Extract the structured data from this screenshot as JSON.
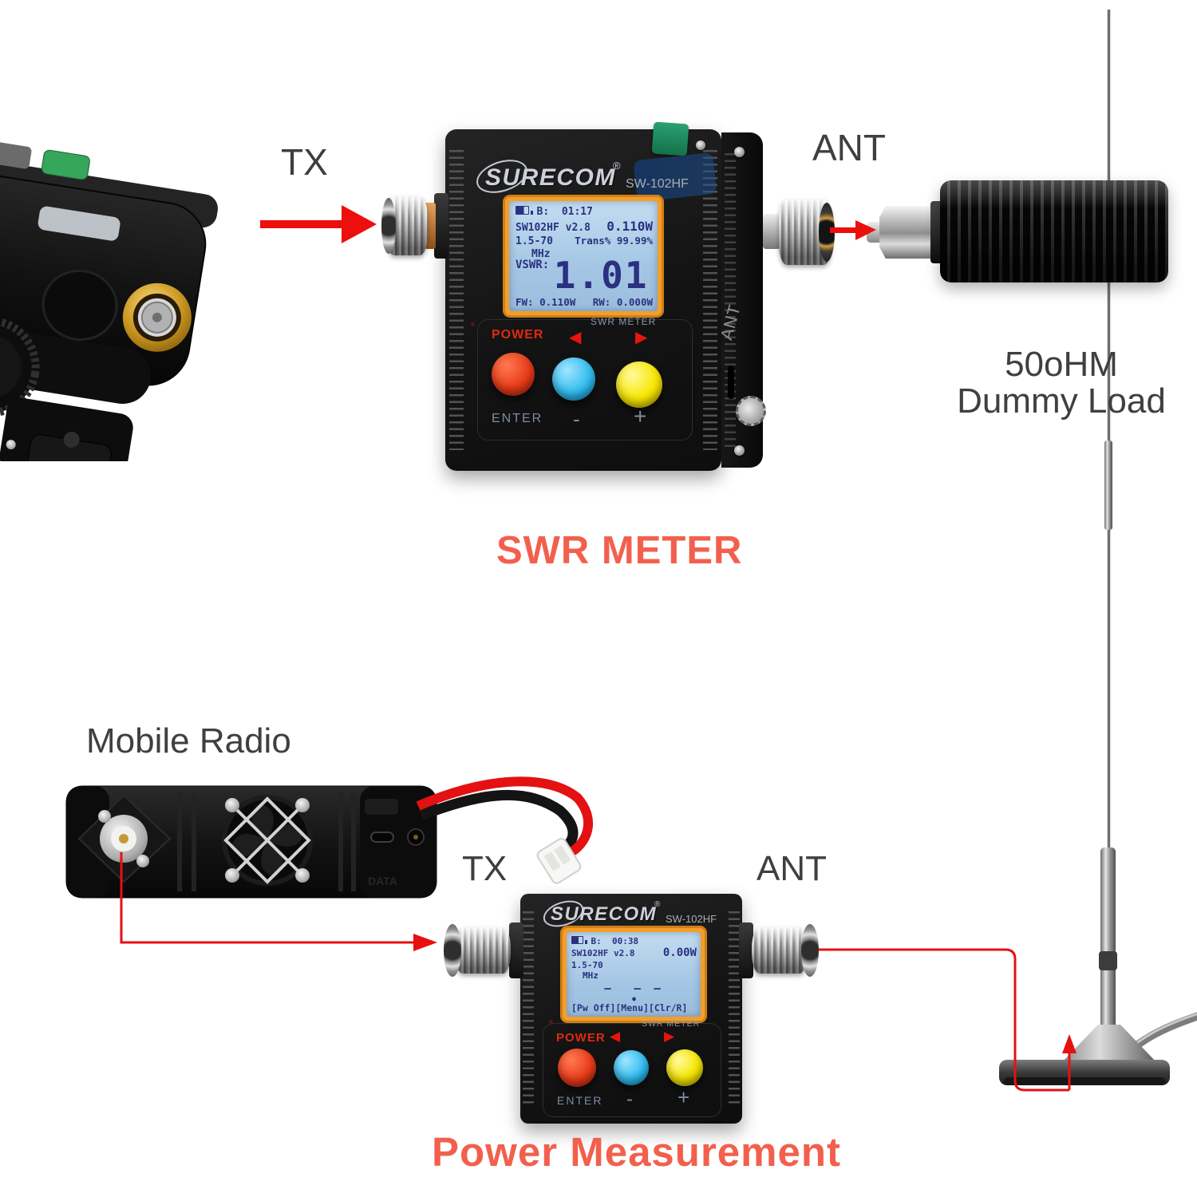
{
  "colors": {
    "accent_coral": "#f2604d",
    "line_red": "#ed0e0e",
    "label_dark": "#3f3f3f",
    "lcd_background": "#aecbe7",
    "lcd_ink": "#2a3180",
    "bezel_orange": "#f29e2a",
    "button_red": "#e93c1a",
    "button_blue": "#35bdf0",
    "button_yellow": "#f6e600",
    "clip_green": "#1e8a60"
  },
  "labels": {
    "tx_top": "TX",
    "ant_top": "ANT",
    "dummy_load_line1": "50oHM",
    "dummy_load_line2": "Dummy Load",
    "swr_caption": "SWR METER",
    "mobile_radio": "Mobile Radio",
    "tx_bottom": "TX",
    "ant_bottom": "ANT",
    "power_caption": "Power Measurement",
    "radio_data_port": "DATA"
  },
  "meter_top": {
    "brand": "SURECOM",
    "registered": "®",
    "model": "SW-102HF",
    "side_label": "ANT",
    "panel_label": "SWR METER",
    "power_label": "POWER",
    "prev_arrow": "◀",
    "next_arrow": "▶",
    "enter_label": "ENTER",
    "minus_label": "-",
    "plus_label": "+",
    "lcd": {
      "battery_label": "B:",
      "time": "01:17",
      "firmware": "SW102HF v2.8",
      "watts": "0.110W",
      "freq_range": "1.5-70",
      "trans": "Trans% 99.99%",
      "mhz": "MHz",
      "vswr_label": "VSWR:",
      "vswr_value": "1.01",
      "fw": "FW: 0.110W",
      "rw": "RW: 0.000W"
    }
  },
  "meter_bottom": {
    "brand": "SURECOM",
    "registered": "®",
    "model": "SW-102HF",
    "panel_label": "SWR METER",
    "power_label": "POWER",
    "prev_arrow": "◀",
    "next_arrow": "▶",
    "enter_label": "ENTER",
    "minus_label": "-",
    "plus_label": "+",
    "lcd": {
      "battery_label": "B:",
      "time": "00:38",
      "firmware": "SW102HF v2.8",
      "watts": "0.00W",
      "freq_range": "1.5-70",
      "mhz": "MHz",
      "dashes": "—  — —",
      "dot": "●",
      "menu": "[Pw Off][Menu][Clr/R]"
    }
  }
}
